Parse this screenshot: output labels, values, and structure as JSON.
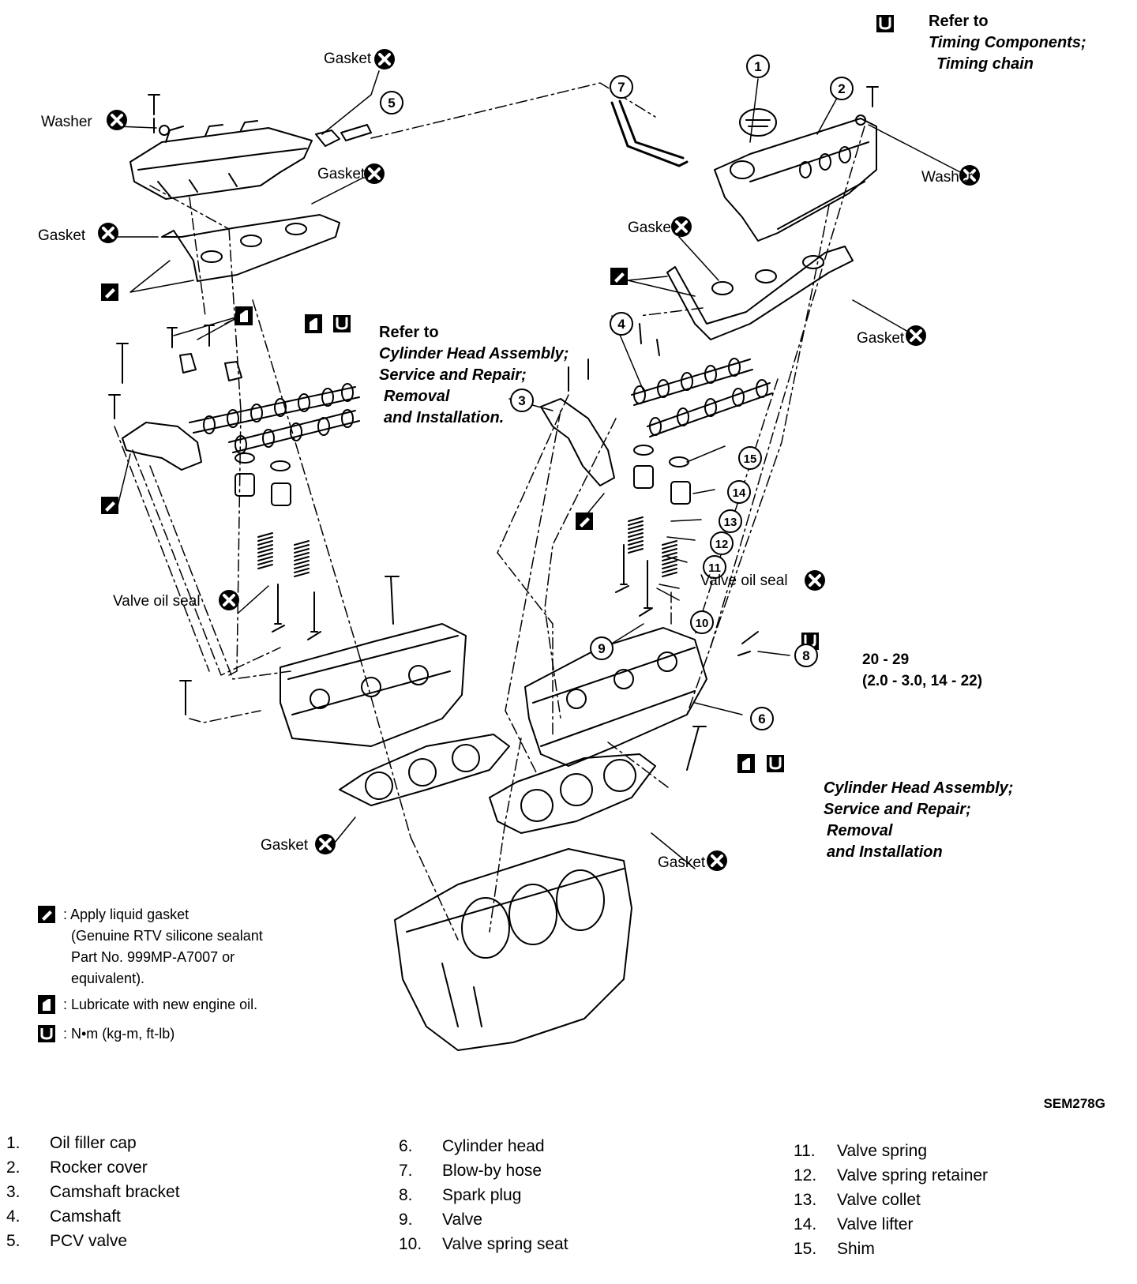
{
  "labels": {
    "gasket": "Gasket",
    "washer": "Washer",
    "valve_oil_seal": "Valve oil seal",
    "refer_to": "Refer to"
  },
  "refs": {
    "timing_line1": "Timing Components;",
    "timing_line2": "Timing chain",
    "chead_line1": "Cylinder Head Assembly;",
    "chead_line2": "Service and Repair;",
    "chead_line3": "Removal",
    "chead_line4": "and Installation.",
    "chead2_line1": "Cylinder Head Assembly;",
    "chead2_line2": "Service and Repair;",
    "chead2_line3": "Removal",
    "chead2_line4": "and Installation"
  },
  "torque": {
    "value": "20 - 29",
    "units": "(2.0 - 3.0, 14 - 22)"
  },
  "callouts": [
    "1",
    "2",
    "3",
    "4",
    "5",
    "6",
    "7",
    "8",
    "9",
    "10",
    "11",
    "12",
    "13",
    "14",
    "15"
  ],
  "legend": {
    "liquid_gasket_1": ": Apply liquid gasket",
    "liquid_gasket_2": "(Genuine RTV silicone sealant",
    "liquid_gasket_3": "Part No. 999MP-A7007 or",
    "liquid_gasket_4": "equivalent).",
    "lubricate": ": Lubricate with new engine oil.",
    "torque_units": ": N•m (kg-m, ft-lb)"
  },
  "figure_code": "SEM278G",
  "parts": [
    {
      "num": "1.",
      "name": "Oil filler cap"
    },
    {
      "num": "2.",
      "name": "Rocker cover"
    },
    {
      "num": "3.",
      "name": "Camshaft bracket"
    },
    {
      "num": "4.",
      "name": "Camshaft"
    },
    {
      "num": "5.",
      "name": "PCV valve"
    },
    {
      "num": "6.",
      "name": "Cylinder head"
    },
    {
      "num": "7.",
      "name": "Blow-by hose"
    },
    {
      "num": "8.",
      "name": "Spark plug"
    },
    {
      "num": "9.",
      "name": "Valve"
    },
    {
      "num": "10.",
      "name": "Valve spring seat"
    },
    {
      "num": "11.",
      "name": "Valve spring"
    },
    {
      "num": "12.",
      "name": "Valve spring retainer"
    },
    {
      "num": "13.",
      "name": "Valve collet"
    },
    {
      "num": "14.",
      "name": "Valve lifter"
    },
    {
      "num": "15.",
      "name": "Shim"
    }
  ]
}
